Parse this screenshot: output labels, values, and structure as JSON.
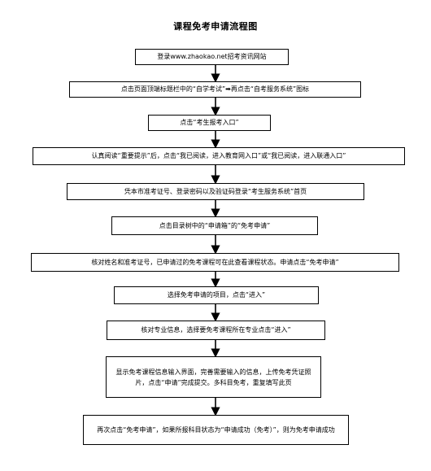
{
  "title": "课程免考申请流程图",
  "steps": [
    "登录www.zhaokao.net招考资讯网站",
    "点击页面顶端标题栏中的“自学考试”➡再点击“自考服务系统”图标",
    "点击“考生报考入口”",
    "认真阅读“重要提示”后，点击“我已阅读，进入教育网入口”或“我已阅读，进入联通入口”",
    "凭本市准考证号、登录密码以及验证码登录“考生服务系统”首页",
    "点击目录树中的“申请箱”的“免考申请”",
    "核对姓名和准考证号，已申请过的免考课程可在此查看课程状态。申请点击“免考申请”",
    "选择免考申请的项目，点击“进入”",
    "核对专业信息，选择要免考课程所在专业点击“进入”",
    "显示免考课程信息输入界面，完善需要输入的信息，上传免考凭证照片，点击“申请”完成提交。多科目免考，重复填写此页",
    "再次点击“免考申请”，如果所报科目状态为“申请成功（免考）”，则为免考申请成功"
  ]
}
